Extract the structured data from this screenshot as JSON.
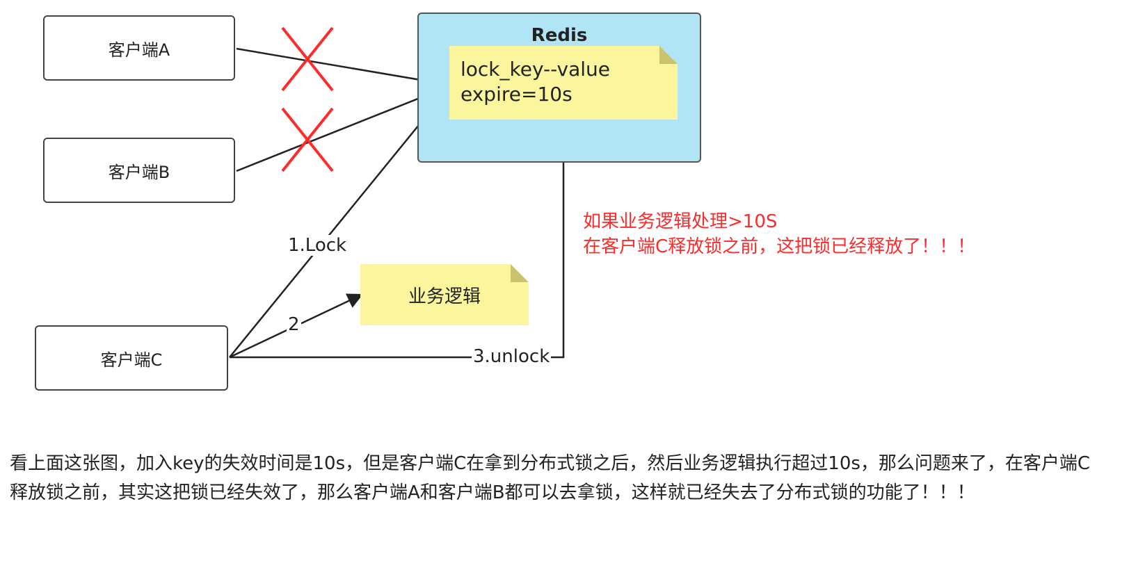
{
  "diagram": {
    "redis": {
      "title": "Redis",
      "note_line1": "lock_key--value",
      "note_line2": "expire=10s"
    },
    "clients": {
      "a": "客户端A",
      "b": "客户端B",
      "c": "客户端C"
    },
    "business_logic": "业务逻辑",
    "edge_labels": {
      "lock": "1.Lock",
      "step2": "2",
      "unlock": "3.unlock"
    },
    "warning": {
      "line1": "如果业务逻辑处理>10S",
      "line2": "在客户端C释放锁之前，这把锁已经释放了！！！"
    },
    "colors": {
      "redis_fill": "#b1e5f5",
      "note_fill": "#fbf59e",
      "cross": "#ff2a2a",
      "warning_text": "#ff2a2a"
    }
  },
  "explanation": "看上面这张图，加入key的失效时间是10s，但是客户端C在拿到分布式锁之后，然后业务逻辑执行超过10s，那么问题来了，在客户端C释放锁之前，其实这把锁已经失效了，那么客户端A和客户端B都可以去拿锁，这样就已经失去了分布式锁的功能了！！！"
}
